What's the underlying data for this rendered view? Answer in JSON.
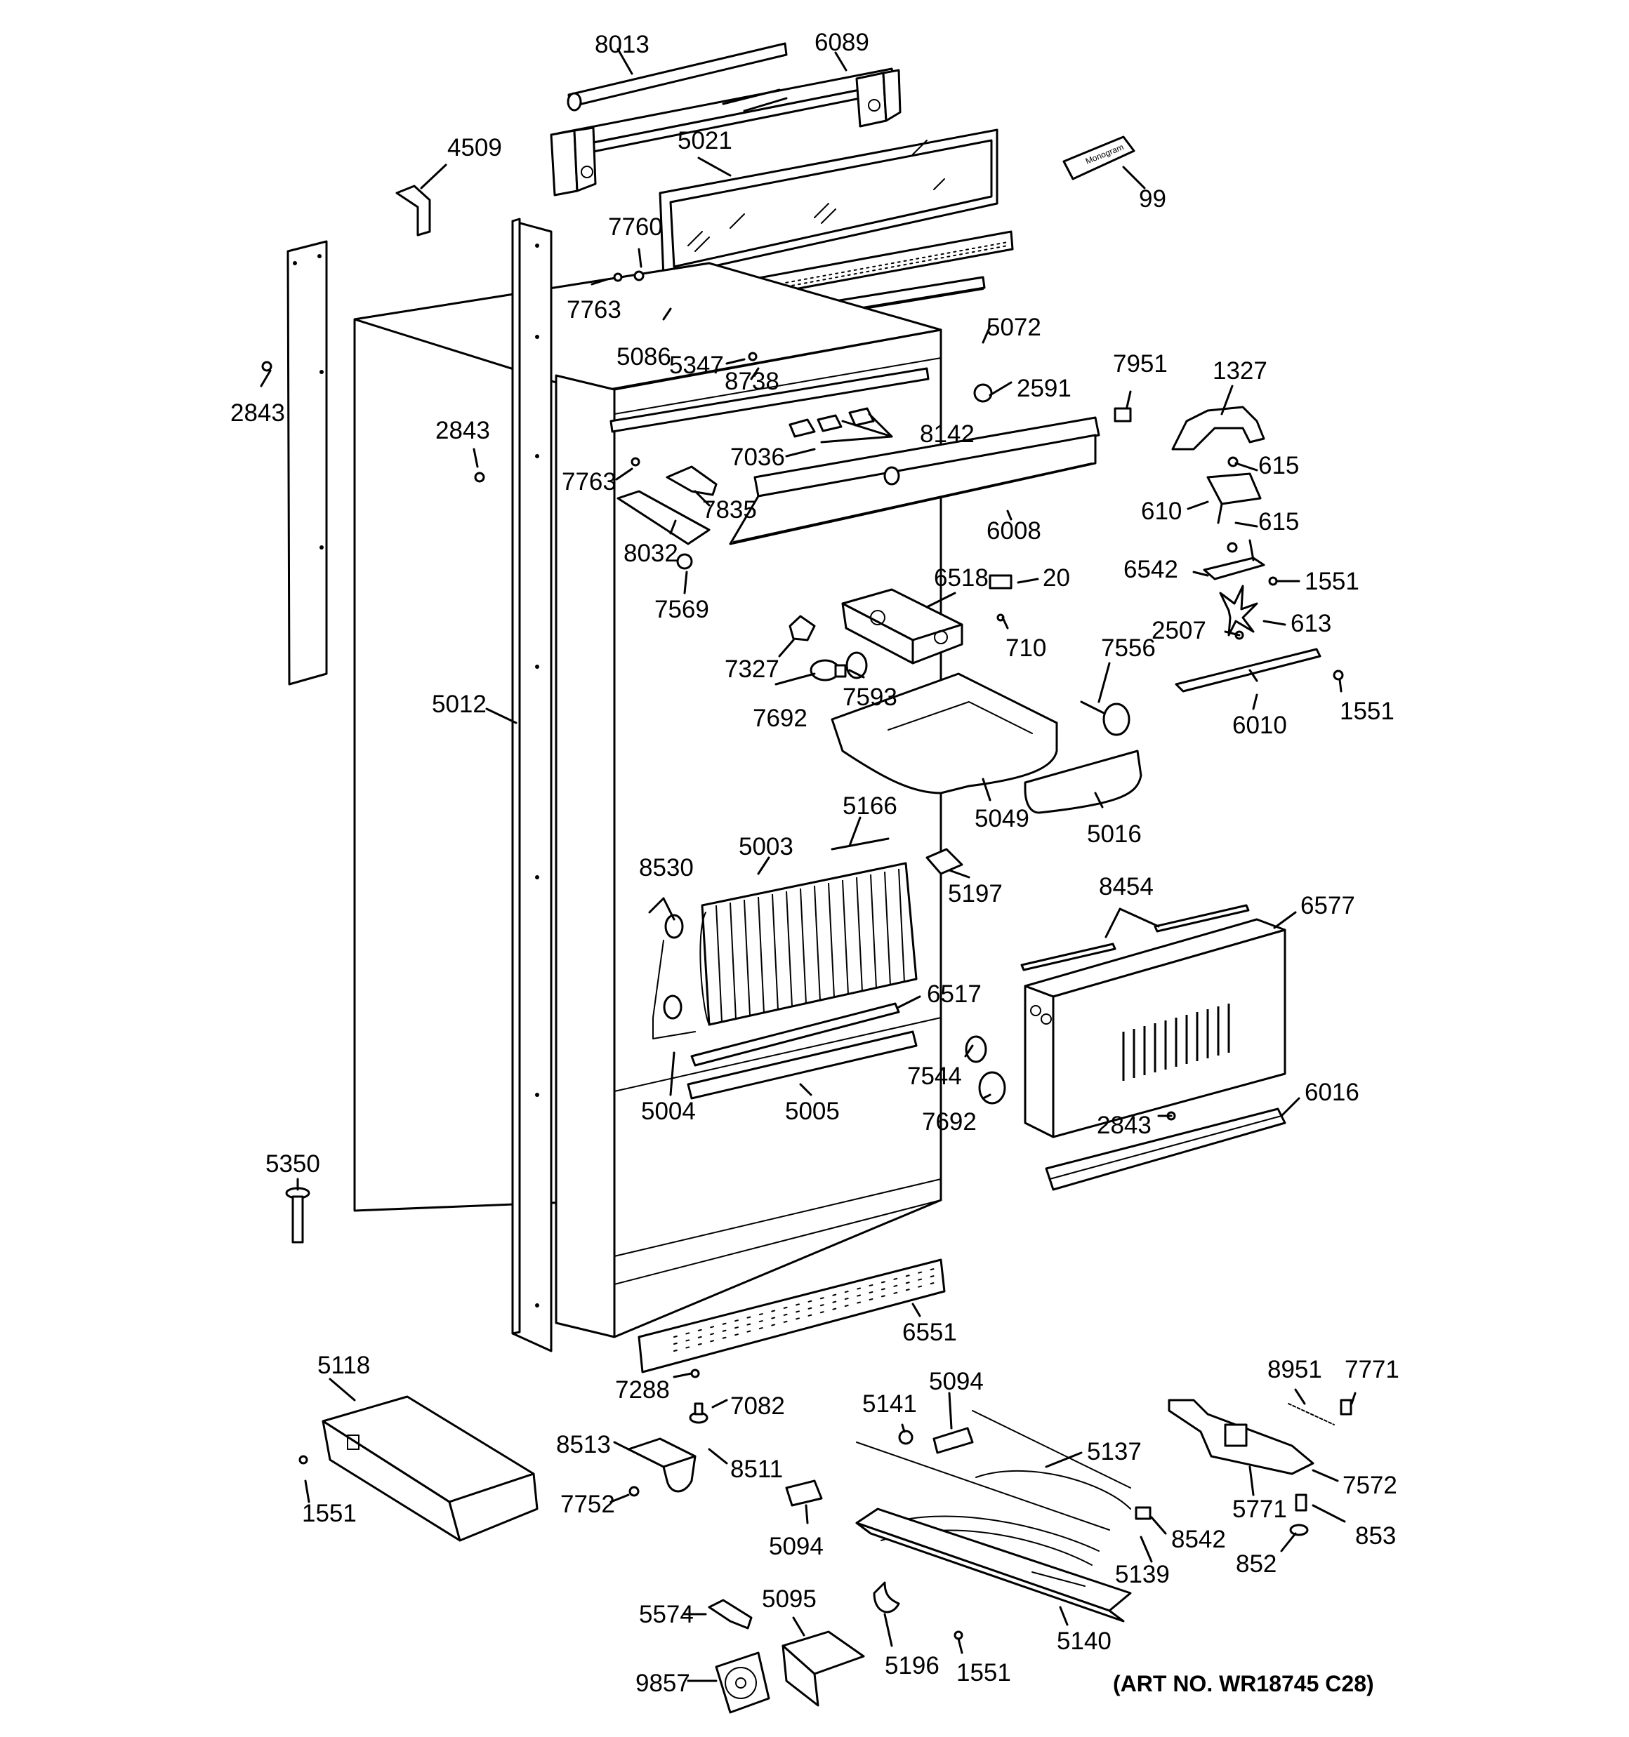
{
  "diagram": {
    "art_number": "(ART NO. WR18745 C28)",
    "labels": {
      "p8013": "8013",
      "p6089": "6089",
      "p5021": "5021",
      "p99": "99",
      "p4509": "4509",
      "p7760": "7760",
      "p7763a": "7763",
      "p5086": "5086",
      "p5347": "5347",
      "p8738": "8738",
      "p5072": "5072",
      "p2591": "2591",
      "p7951": "7951",
      "p1327": "1327",
      "p2843a": "2843",
      "p2843b": "2843",
      "p7763b": "7763",
      "p7036": "7036",
      "p8142": "8142",
      "p615a": "615",
      "p610": "610",
      "p615b": "615",
      "p7835": "7835",
      "p6008": "6008",
      "p8032": "8032",
      "p6542": "6542",
      "p1551a": "1551",
      "p6518": "6518",
      "p20": "20",
      "p7569": "7569",
      "p2507": "2507",
      "p613": "613",
      "p710": "710",
      "p7327": "7327",
      "p7556": "7556",
      "p7692a": "7692",
      "p7593": "7593",
      "p6010": "6010",
      "p1551b": "1551",
      "p5012": "5012",
      "p5166": "5166",
      "p5049": "5049",
      "p5016": "5016",
      "p5003": "5003",
      "p8530": "8530",
      "p5197": "5197",
      "p8454": "8454",
      "p6577": "6577",
      "p6517": "6517",
      "p7544": "7544",
      "p5004": "5004",
      "p5005": "5005",
      "p7692b": "7692",
      "p2843c": "2843",
      "p6016": "6016",
      "p5350": "5350",
      "p6551": "6551",
      "p5118": "5118",
      "p7288": "7288",
      "p7082": "7082",
      "p5141": "5141",
      "p5094a": "5094",
      "p5137": "5137",
      "p8951": "8951",
      "p7771": "7771",
      "p8513": "8513",
      "p8511": "8511",
      "p7572": "7572",
      "p1551c": "1551",
      "p7752": "7752",
      "p5771": "5771",
      "p853": "853",
      "p5094b": "5094",
      "p8542": "8542",
      "p852": "852",
      "p5139": "5139",
      "p5574": "5574",
      "p5095": "5095",
      "p5140": "5140",
      "p5196": "5196",
      "p9857": "9857",
      "p1551d": "1551"
    }
  }
}
